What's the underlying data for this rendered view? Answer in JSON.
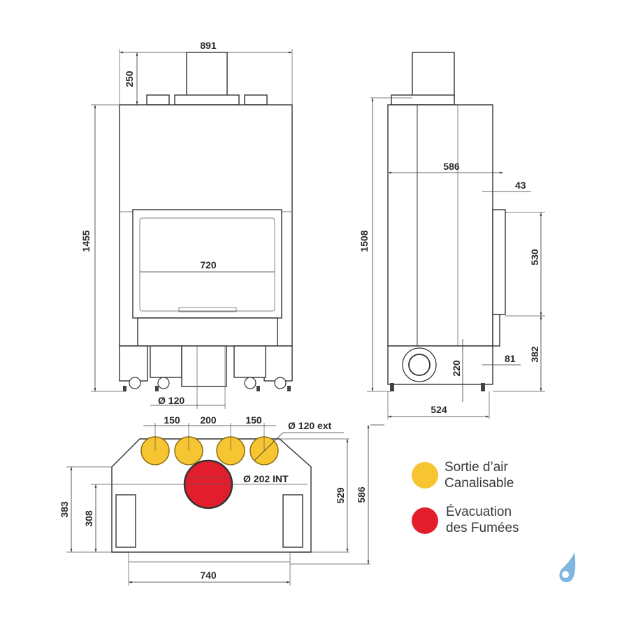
{
  "front_view": {
    "width": "891",
    "top_height": "250",
    "total_height": "1455",
    "door_width": "720",
    "flue_diameter": "Ø 120"
  },
  "side_view": {
    "depth": "586",
    "glass_offset": "43",
    "door_height": "530",
    "lower_height": "382",
    "total_height": "1508",
    "base_depth": "524",
    "leg_height": "220",
    "leg_offset": "81"
  },
  "top_view": {
    "spacing_left": "150",
    "spacing_center": "200",
    "spacing_right": "150",
    "air_outlet_diameter": "Ø 120 ext",
    "flue_outlet_diameter": "Ø 202 INT",
    "depth_inner": "529",
    "depth_total": "586",
    "side_depth": "383",
    "flue_depth": "308",
    "width": "740"
  },
  "legend": {
    "items": [
      {
        "line1": "Sortie d’air",
        "line2": "Canalisable",
        "color": "#f7c531"
      },
      {
        "line1": "Évacuation",
        "line2": "des Fumées",
        "color": "#e31e2c"
      }
    ]
  },
  "colors": {
    "air_outlet": "#f7c531",
    "flue_outlet": "#e31e2c",
    "logo": "#7fb6e0"
  }
}
